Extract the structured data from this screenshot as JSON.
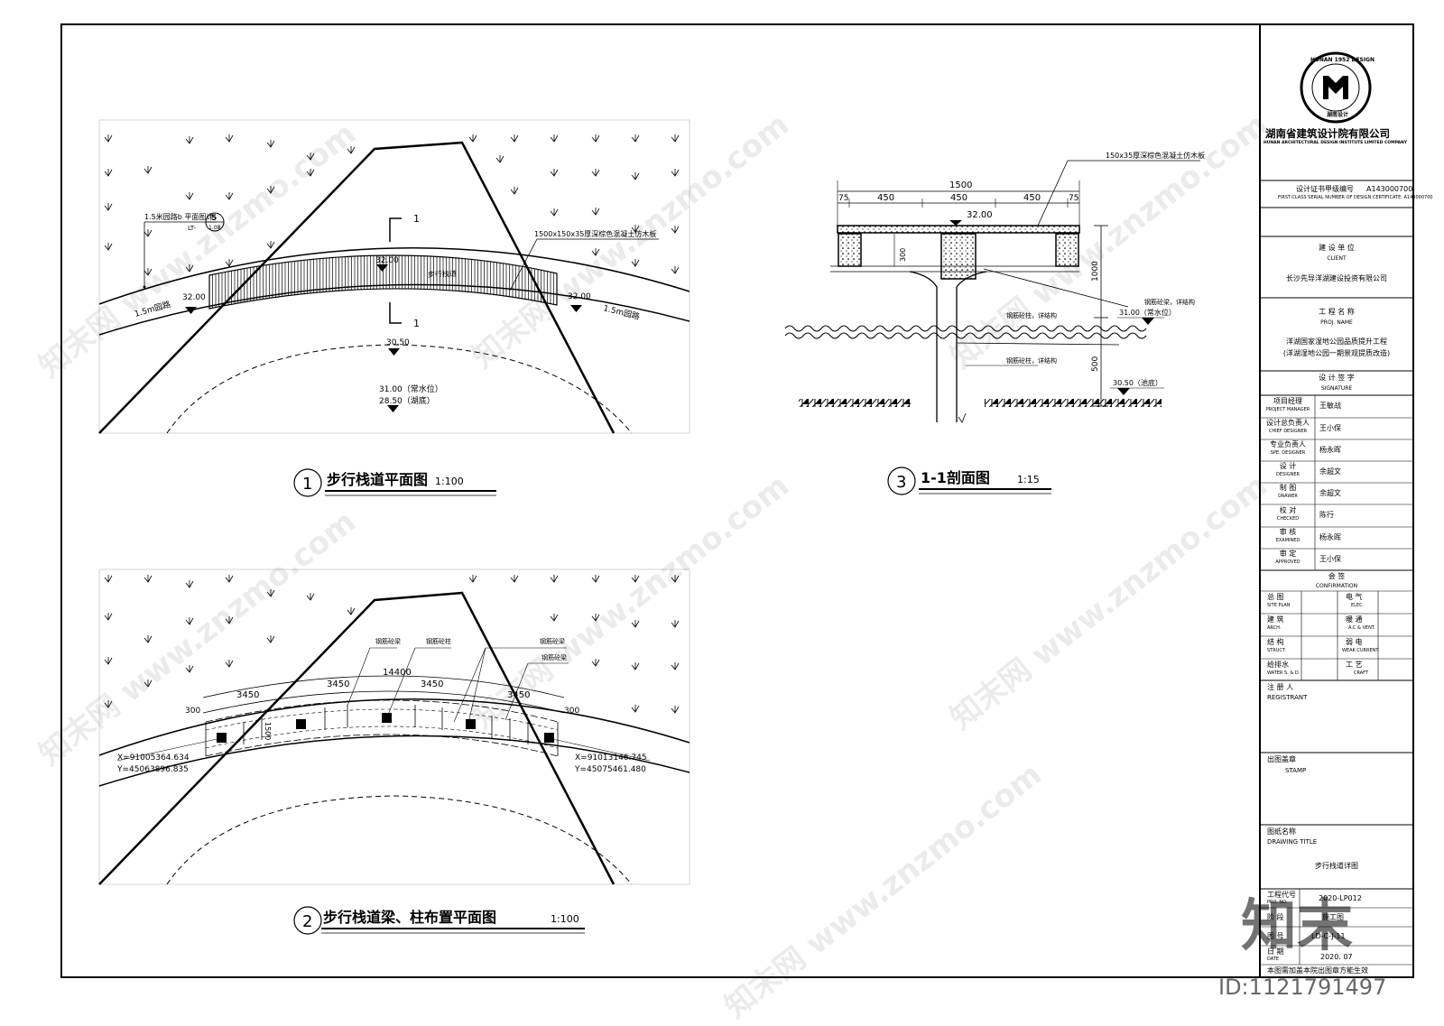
{
  "views": {
    "plan1": {
      "title": "步行栈道平面图",
      "scale": "1:100",
      "number": "1",
      "labels": {
        "detail_ref": "1.5米园路b 平面图详",
        "detail_sheet": "LT-",
        "detail_num": "5",
        "detail_sheet_no": "1.08",
        "board": "1500x150x35厚深棕色混凝土仿木板",
        "elev_left": "32.00",
        "elev_right": "32.00",
        "elev_top": "32.00",
        "road_left": "1.5m园路",
        "road_right": "1.5m园路",
        "walkway": "步行栈道",
        "elev_305": "30.50",
        "water_level": "31.00（常水位）",
        "lake_bottom": "28.50（湖底）",
        "section_mark": "1"
      }
    },
    "section": {
      "title": "1-1剖面图",
      "scale": "1:15",
      "number": "3",
      "labels": {
        "board": "150x35厚深棕色混凝土仿木板",
        "dim_total": "1500",
        "dims": [
          "75",
          "450",
          "450",
          "450",
          "75"
        ],
        "elev_top": "32.00",
        "dim_300": "300",
        "dim_1000": "1000",
        "dim_500": "500",
        "beam_note": "钢筋砼梁，详结构",
        "col_note_1": "钢筋砼柱，详结构",
        "col_note_2": "钢筋砼柱，详结构",
        "water_level": "31.00（常水位）",
        "pool_bottom": "30.50（池底）"
      }
    },
    "plan2": {
      "title": "步行栈道梁、柱布置平面图",
      "scale": "1:100",
      "number": "2",
      "labels": {
        "beam1": "钢筋砼梁",
        "column": "钢筋砼柱",
        "beam2": "钢筋砼梁",
        "beam3": "钢筋砼梁",
        "dim_total": "14400",
        "dims": [
          "3450",
          "3450",
          "3450",
          "3450"
        ],
        "dim_300_l": "300",
        "dim_300_r": "300",
        "dim_1500": "1500",
        "coord_left_x": "X=91005364.634",
        "coord_left_y": "Y=45063896.835",
        "coord_right_x": "X=91013146.745",
        "coord_right_y": "Y=45075461.480"
      }
    }
  },
  "title_block": {
    "company_cn": "湖南省建筑设计院有限公司",
    "company_en": "HUNAN ARCHITECTURAL DESIGN INSTITUTE LIMITED COMPANY",
    "logo_text": "HUNAN 1952 DESIGN",
    "logo_sub": "湖南设计",
    "cert_label": "设计证书甲级编号",
    "cert_no": "A143000700",
    "cert_label_en": "FIRST-CLASS SERIAL NUMBER OF DESIGN CERTIFICATE: A143000700",
    "client_label": "建 设 单 位",
    "client_label_en": "CLIENT",
    "client": "长沙先导洋湖建设投资有限公司",
    "proj_label": "工 程 名 称",
    "proj_label_en": "PROJ. NAME",
    "proj_line1": "洋湖国家湿地公园品质提升工程",
    "proj_line2": "(洋湖湿地公园一期景观提质改造)",
    "sig_label": "设 计 签 字",
    "sig_label_en": "SIGNATURE",
    "signatures": [
      {
        "role": "项目经理",
        "role_en": "PROJECT MANAGER",
        "name": "王敏战"
      },
      {
        "role": "设计总负责人",
        "role_en": "CHIEF DESIGNER",
        "name": "王小保"
      },
      {
        "role": "专业负责人",
        "role_en": "SPE. DESIGNER",
        "name": "杨永晖"
      },
      {
        "role": "设    计",
        "role_en": "DESIGNER",
        "name": "余超文"
      },
      {
        "role": "制    图",
        "role_en": "DRAWER",
        "name": "余超文"
      },
      {
        "role": "校    对",
        "role_en": "CHECKED",
        "name": "陈行"
      },
      {
        "role": "审    核",
        "role_en": "EXAMINED",
        "name": "杨永晖"
      },
      {
        "role": "审    定",
        "role_en": "APPROVED",
        "name": "王小保"
      }
    ],
    "conf_label": "会          签",
    "conf_label_en": "CONFIRMATION",
    "confirm": [
      {
        "l": "总    图",
        "l_en": "SITE PLAN",
        "r": "电    气",
        "r_en": "ELEC."
      },
      {
        "l": "建    筑",
        "l_en": "ARCH.",
        "r": "暖    通",
        "r_en": "A.C & VENT."
      },
      {
        "l": "结    构",
        "l_en": "STRUCT.",
        "r": "弱    电",
        "r_en": "WEAK CURRENT"
      },
      {
        "l": "给排水",
        "l_en": "WATER S. & D.",
        "r": "工    艺",
        "r_en": "CRAFT"
      }
    ],
    "registrant_label": "注 册 人",
    "registrant_label_en": "REGISTRANT",
    "stamp_label": "出图盖章",
    "stamp_label_en": "STAMP",
    "dwg_title_label": "图纸名称",
    "dwg_title_label_en": "DRAWING TITLE",
    "dwg_title": "步行栈道详图",
    "proj_no_label": "工程代号",
    "proj_no_label_en": "PRO. NO.",
    "proj_no": "2020-LP012",
    "stage_label": "阶 段",
    "stage": "施工图",
    "dwg_no_label": "图 号",
    "dwg_no": "LD-C-J-11",
    "date_label": "日 期",
    "date_label_en": "DATE",
    "date": "2020. 07",
    "footer": "本图需加盖本院出图章方能生效"
  },
  "watermark": {
    "text": "知末网 www.znzmo.com",
    "brand": "知末",
    "id": "ID:1121791497"
  }
}
